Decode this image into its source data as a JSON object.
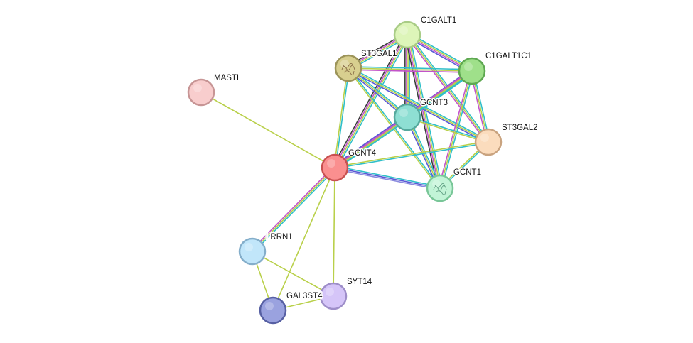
{
  "network": {
    "nodes": [
      {
        "id": "C1GALT1",
        "label": "C1GALT1",
        "fill": "#ddf5b9",
        "stroke": "#a9cc86",
        "structure": false
      },
      {
        "id": "ST3GAL1",
        "label": "ST3GAL1",
        "fill": "#d8cf8f",
        "stroke": "#9c9459",
        "structure": true
      },
      {
        "id": "C1GALT1C1",
        "label": "C1GALT1C1",
        "fill": "#9fe08a",
        "stroke": "#5ea851",
        "structure": false
      },
      {
        "id": "MASTL",
        "label": "MASTL",
        "fill": "#f8cdcd",
        "stroke": "#c79595",
        "structure": false
      },
      {
        "id": "GCNT3",
        "label": "GCNT3",
        "fill": "#8edfd3",
        "stroke": "#56a99d",
        "structure": false
      },
      {
        "id": "ST3GAL2",
        "label": "ST3GAL2",
        "fill": "#fbdcbd",
        "stroke": "#c9a37f",
        "structure": false
      },
      {
        "id": "GCNT4",
        "label": "GCNT4",
        "fill": "#fa8f8f",
        "stroke": "#c85151",
        "structure": false
      },
      {
        "id": "GCNT1",
        "label": "GCNT1",
        "fill": "#c2f4d7",
        "stroke": "#79c698",
        "structure": true
      },
      {
        "id": "LRRN1",
        "label": "LRRN1",
        "fill": "#c1e6fa",
        "stroke": "#84aeca",
        "structure": false
      },
      {
        "id": "SYT14",
        "label": "SYT14",
        "fill": "#d5c5f8",
        "stroke": "#9e8ec9",
        "structure": false
      },
      {
        "id": "GAL3ST4",
        "label": "GAL3ST4",
        "fill": "#9aa2df",
        "stroke": "#5760a3",
        "structure": false
      }
    ],
    "edges": [
      {
        "source": "C1GALT1",
        "target": "ST3GAL1",
        "colors": [
          "#2fbfc9",
          "#b9d04a",
          "#c254c9",
          "#3c3c3c"
        ]
      },
      {
        "source": "C1GALT1",
        "target": "C1GALT1C1",
        "colors": [
          "#2fbfc9",
          "#b9d04a",
          "#c254c9",
          "#5a5ad6"
        ]
      },
      {
        "source": "C1GALT1",
        "target": "GCNT3",
        "colors": [
          "#2fbfc9",
          "#b9d04a",
          "#c254c9",
          "#3c3c3c"
        ]
      },
      {
        "source": "C1GALT1",
        "target": "ST3GAL2",
        "colors": [
          "#2fbfc9",
          "#b9d04a",
          "#c254c9"
        ]
      },
      {
        "source": "C1GALT1",
        "target": "GCNT4",
        "colors": [
          "#2fbfc9",
          "#b9d04a",
          "#c254c9",
          "#3c3c3c"
        ]
      },
      {
        "source": "C1GALT1",
        "target": "GCNT1",
        "colors": [
          "#2fbfc9",
          "#b9d04a",
          "#c254c9",
          "#3c3c3c"
        ]
      },
      {
        "source": "ST3GAL1",
        "target": "C1GALT1C1",
        "colors": [
          "#2fbfc9",
          "#b9d04a",
          "#c254c9"
        ]
      },
      {
        "source": "ST3GAL1",
        "target": "GCNT3",
        "colors": [
          "#2fbfc9",
          "#b9d04a",
          "#5a5ad6"
        ]
      },
      {
        "source": "ST3GAL1",
        "target": "ST3GAL2",
        "colors": [
          "#2fbfc9",
          "#b9d04a",
          "#5a5ad6"
        ]
      },
      {
        "source": "ST3GAL1",
        "target": "GCNT4",
        "colors": [
          "#2fbfc9",
          "#b9d04a"
        ]
      },
      {
        "source": "ST3GAL1",
        "target": "GCNT1",
        "colors": [
          "#2fbfc9",
          "#b9d04a"
        ]
      },
      {
        "source": "C1GALT1C1",
        "target": "GCNT3",
        "colors": [
          "#2fbfc9",
          "#b9d04a",
          "#c254c9",
          "#5a5ad6"
        ]
      },
      {
        "source": "C1GALT1C1",
        "target": "ST3GAL2",
        "colors": [
          "#2fbfc9",
          "#b9d04a",
          "#c254c9"
        ]
      },
      {
        "source": "C1GALT1C1",
        "target": "GCNT4",
        "colors": [
          "#2fbfc9",
          "#b9d04a",
          "#c254c9"
        ]
      },
      {
        "source": "C1GALT1C1",
        "target": "GCNT1",
        "colors": [
          "#2fbfc9",
          "#b9d04a",
          "#c254c9"
        ]
      },
      {
        "source": "GCNT3",
        "target": "ST3GAL2",
        "colors": [
          "#2fbfc9",
          "#b9d04a"
        ]
      },
      {
        "source": "GCNT3",
        "target": "GCNT4",
        "colors": [
          "#2fbfc9",
          "#b9d04a",
          "#c254c9",
          "#5a5ad6"
        ]
      },
      {
        "source": "GCNT3",
        "target": "GCNT1",
        "colors": [
          "#2fbfc9",
          "#b9d04a",
          "#5a5ad6"
        ]
      },
      {
        "source": "ST3GAL2",
        "target": "GCNT4",
        "colors": [
          "#2fbfc9",
          "#b9d04a"
        ]
      },
      {
        "source": "ST3GAL2",
        "target": "GCNT1",
        "colors": [
          "#2fbfc9",
          "#b9d04a"
        ]
      },
      {
        "source": "GCNT4",
        "target": "GCNT1",
        "colors": [
          "#2fbfc9",
          "#5a5ad6",
          "#8a8ade"
        ]
      },
      {
        "source": "MASTL",
        "target": "GCNT4",
        "colors": [
          "#b9d04a"
        ]
      },
      {
        "source": "GCNT4",
        "target": "LRRN1",
        "colors": [
          "#2fbfc9",
          "#b9d04a",
          "#c254c9"
        ]
      },
      {
        "source": "GCNT4",
        "target": "SYT14",
        "colors": [
          "#b9d04a"
        ]
      },
      {
        "source": "GCNT4",
        "target": "GAL3ST4",
        "colors": [
          "#b9d04a"
        ]
      },
      {
        "source": "LRRN1",
        "target": "SYT14",
        "colors": [
          "#b9d04a"
        ]
      },
      {
        "source": "LRRN1",
        "target": "GAL3ST4",
        "colors": [
          "#b9d04a"
        ]
      },
      {
        "source": "SYT14",
        "target": "GAL3ST4",
        "colors": [
          "#b9d04a"
        ]
      }
    ]
  }
}
